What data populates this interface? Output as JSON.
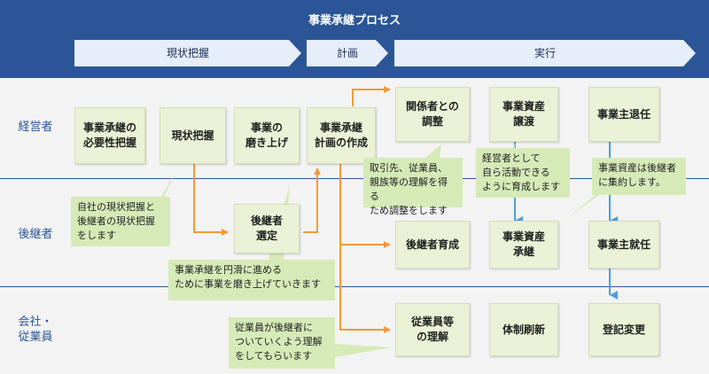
{
  "header": {
    "title": "事業承継プロセス",
    "phases": [
      {
        "label": "現状把握"
      },
      {
        "label": "計画"
      },
      {
        "label": "実行"
      }
    ]
  },
  "rows": [
    {
      "label": "経営者"
    },
    {
      "label": "後継者"
    },
    {
      "label": "会社・\n従業員"
    }
  ],
  "boxes": {
    "necessity": "事業承継の\n必要性把握",
    "current_state": "現状把握",
    "polish": "事業の\n磨き上げ",
    "plan": "事業承継\n計画の作成",
    "stakeholders": "関係者との\n調整",
    "transfer": "事業資産\n譲渡",
    "retire": "事業主退任",
    "select_successor": "後継者\n選定",
    "train_successor": "後継者育成",
    "inherit_assets": "事業資産\n承継",
    "take_office": "事業主就任",
    "employee_understanding": "従業員等\nの理解",
    "restructure": "体制刷新",
    "registration": "登記変更"
  },
  "notes": {
    "stakeholders_note": "取引先、従業員、\n親族等の理解を得る\nため調整をします",
    "successor_training_note": "経営者として\n自ら活動できる\nように育成します",
    "assets_note": "事業資産は後継者\nに集約します。",
    "current_state_note": "自社の現状把握と\n後継者の現状把握\nをします",
    "polish_note": "事業承継を円滑に進める\nために事業を磨き上げていきます",
    "employee_note": "従業員が後継者に\nついていくよう理解\nをしてもらいます"
  },
  "colors": {
    "header": "#2b5596",
    "phase_arrow": "#e5eef9",
    "box": "#eaf1d6",
    "note": "#d6eab8",
    "orange_arrow": "#f39a35",
    "blue_arrow": "#4a9fe0"
  }
}
